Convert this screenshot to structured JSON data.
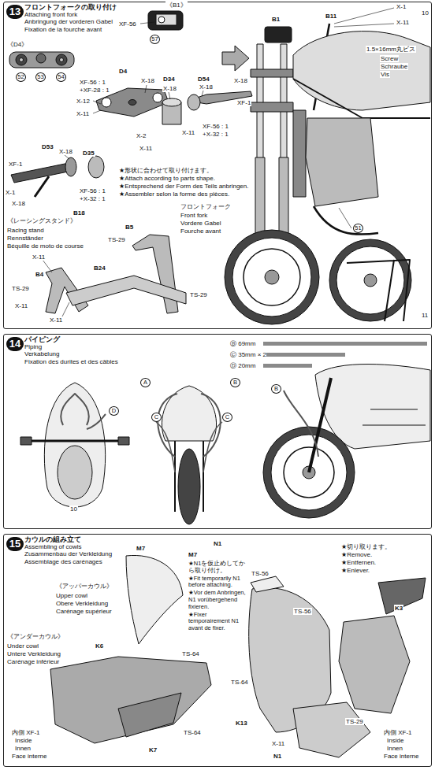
{
  "diagram": {
    "nodes": [
      {
        "text": [
          "13",
          "フロントフォークの取り付け",
          "Attaching front fork",
          "Anbringung der vorderen Gabel",
          "Fixation de la fourche avant"
        ]
      },
      {
        "text": [
          "14",
          "パイピング",
          "Piping",
          "Verkabelung",
          "Fixation des durites et des câbles"
        ]
      },
      {
        "text": [
          "15",
          "カウルの組み立て",
          "Assembling of cowls",
          "Zusammenbau der Verkleidung",
          "Assemblage des carénages"
        ]
      }
    ],
    "labels": [
      "《D4》",
      "52",
      "53",
      "54",
      "《B1》",
      "XF-56",
      "57",
      "B1",
      "B11",
      "X-1",
      "X-11",
      "1.5×16mm丸ビス",
      "Screw",
      "Schraube",
      "Vis",
      "X-18",
      "D4",
      "XF-56 : 1",
      "+XF-28 : 1",
      "X-18",
      "X-12",
      "X-11",
      "D34",
      "D54",
      "X-18",
      "X-18",
      "XF-1",
      "D53",
      "X-18",
      "XF-1",
      "D35",
      "X-2",
      "X-11",
      "X-11",
      "XF-56 : 1",
      "+X-32 : 1",
      "XF-56 : 1",
      "+X-32 : 1",
      "X-1",
      "X-18",
      "B18",
      "★形状に合わせて取り付けます。",
      "★Attach according to parts shape.",
      "★Entsprechend der Form des Teils anbringen.",
      "★Assembler selon la forme des pièces.",
      "フロントフォーク",
      "Front fork",
      "Vordere Gabel",
      "Fourche avant",
      "51",
      "《レーシングスタンド》",
      "Racing stand",
      "Rennständer",
      "Béquille de moto de course",
      "B5",
      "TS-29",
      "X-11",
      "B4",
      "TS-29",
      "X-11",
      "B24",
      "TS-29",
      "X-11",
      "10",
      "11",
      "D",
      "10",
      "A",
      "B",
      "C",
      "C",
      "B",
      "M7",
      "N1",
      "《アッパーカウル》",
      "Upper cowl",
      "Obere Verkleidung",
      "Carénage supérieur",
      "M7",
      "★N1を仮止めしてから取り付け。",
      "★Fit temporarily N1 before attaching.",
      "★Vor dem Anbringen, N1 vorübergehend fixieren.",
      "★Fixer temporairement N1 avant de fixer.",
      "TS-56",
      "TS-56",
      "★切り取ります。",
      "★Remove.",
      "★Entfernen.",
      "★Enlever.",
      "《アンダーカウル》",
      "Under cowl",
      "Untere Verkleidung",
      "Carénage inférieur",
      "K6",
      "TS-64",
      "TS-64",
      "K13",
      "K3",
      "TS-29",
      "内側 XF-1",
      "Inside",
      "Innen",
      "Face interne",
      "TS-64",
      "K7",
      "X-11",
      "N1",
      "内側 XF-1",
      "Inside",
      "Innen",
      "Face interne"
    ],
    "legend": [
      {
        "text": "Ⓑ 69mm"
      },
      {
        "text": "Ⓒ 35mm × 2"
      },
      {
        "text": "Ⓓ 20mm"
      }
    ]
  }
}
